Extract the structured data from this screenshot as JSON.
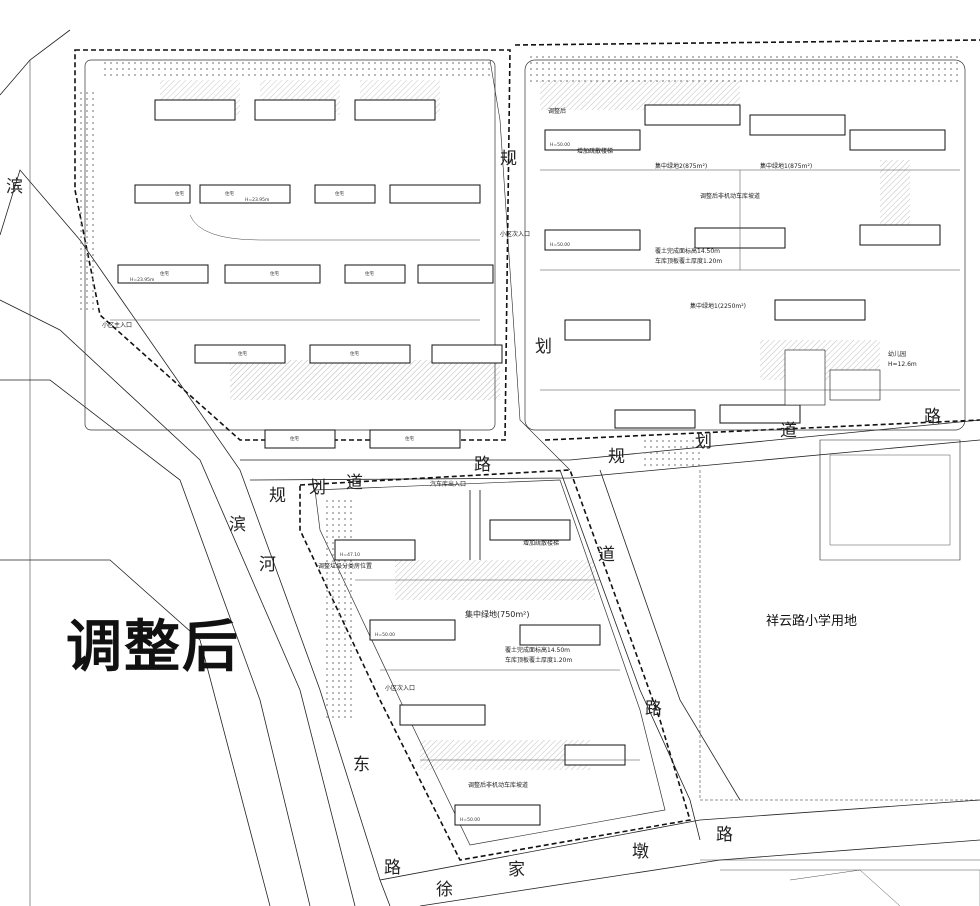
{
  "title": "调整后",
  "school_plot": "祥云路小学用地",
  "roads": {
    "binhe_left": [
      "滨"
    ],
    "binhe_lower": [
      "滨",
      "河"
    ],
    "dong": [
      "东"
    ],
    "guihua_main": [
      "规",
      "划",
      "道",
      "路"
    ],
    "guihua_mid_vertical": [
      "规",
      "划"
    ],
    "guihua_right": [
      "规",
      "划",
      "道",
      "路"
    ],
    "guihua_east_vertical": [
      "道",
      "路"
    ],
    "xujiadun": [
      "路",
      "徐",
      "家",
      "墩",
      "路"
    ]
  },
  "labels": {
    "green_a": "集中绿地2(875m²)",
    "green_b": "集中绿地1(875m²)",
    "green_c": "集中绿地1(2250m²)",
    "green_d": "集中绿地(750m²)",
    "cover_note_1": "覆土完成面标高14.50m",
    "cover_note_2": "车库顶板覆土厚度1.20m",
    "cover_note_3": "覆土完成面标高14.50m",
    "cover_note_4": "车库顶板覆土厚度1.20m",
    "adjust_1": "调整后",
    "add_stair": "增加疏散楼梯",
    "entrance_main": "小区主入口",
    "entrance_sub": "小区次入口",
    "car_entrance": "汽车库出入口",
    "kindergarten": "幼儿园",
    "kg_height": "H=12.6m",
    "adjust_pos": "调整垃圾分类房位置",
    "adjust_ramp": "调整后非机动车库坡道"
  },
  "building_unit_label": "住宅",
  "building_heights": {
    "west_h": "H=23.95m",
    "west_h2": "H=23.95m",
    "east_h": "H=50.00",
    "south_h1": "H=47.10",
    "south_h2": "H=50.00"
  },
  "colors": {
    "line": "#1a1a1a",
    "hatch": "#555555",
    "boundary": "#111111",
    "greenery": "#7a7a7a"
  }
}
